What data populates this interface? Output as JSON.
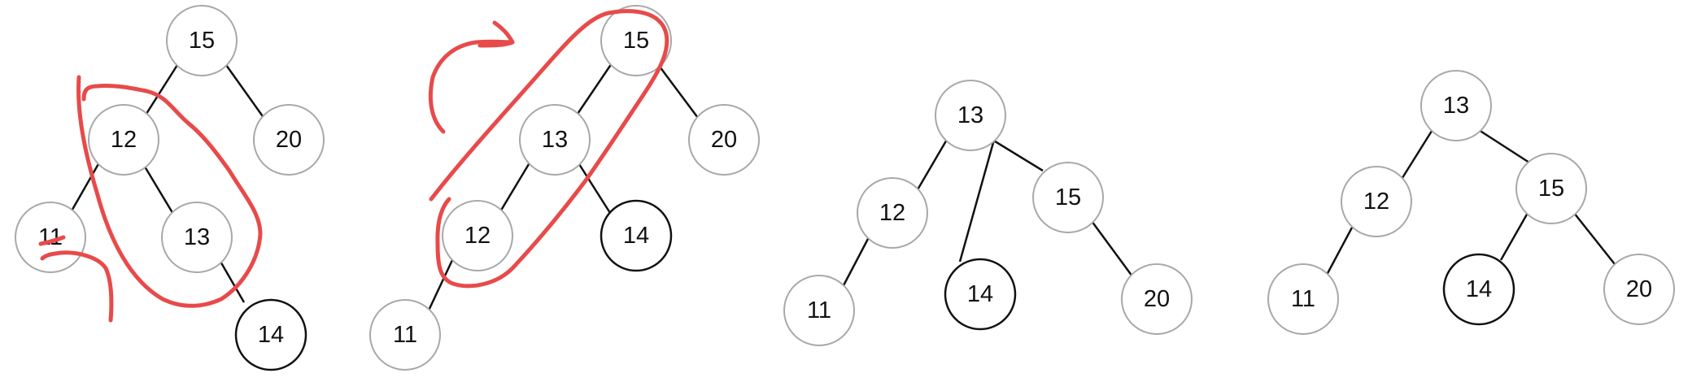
{
  "colors": {
    "edge": "#111111",
    "node_fill": "#ffffff",
    "node_stroke_gray": "#a8a8a8",
    "node_stroke_dark": "#111111",
    "annotation": "#e84a4a"
  },
  "trees": [
    {
      "id": "tree-1",
      "nodes": [
        {
          "id": "t1-15",
          "label": "15",
          "stroke": "gray"
        },
        {
          "id": "t1-12",
          "label": "12",
          "stroke": "gray"
        },
        {
          "id": "t1-20",
          "label": "20",
          "stroke": "gray"
        },
        {
          "id": "t1-11",
          "label": "11",
          "stroke": "gray"
        },
        {
          "id": "t1-13",
          "label": "13",
          "stroke": "gray"
        },
        {
          "id": "t1-14",
          "label": "14",
          "stroke": "dark"
        }
      ]
    },
    {
      "id": "tree-2",
      "nodes": [
        {
          "id": "t2-15",
          "label": "15",
          "stroke": "gray"
        },
        {
          "id": "t2-13",
          "label": "13",
          "stroke": "gray"
        },
        {
          "id": "t2-20",
          "label": "20",
          "stroke": "gray"
        },
        {
          "id": "t2-12",
          "label": "12",
          "stroke": "gray"
        },
        {
          "id": "t2-14",
          "label": "14",
          "stroke": "dark"
        },
        {
          "id": "t2-11",
          "label": "11",
          "stroke": "gray"
        }
      ]
    },
    {
      "id": "tree-3",
      "nodes": [
        {
          "id": "t3-13",
          "label": "13",
          "stroke": "gray"
        },
        {
          "id": "t3-12",
          "label": "12",
          "stroke": "gray"
        },
        {
          "id": "t3-15",
          "label": "15",
          "stroke": "gray"
        },
        {
          "id": "t3-11",
          "label": "11",
          "stroke": "gray"
        },
        {
          "id": "t3-14",
          "label": "14",
          "stroke": "dark"
        },
        {
          "id": "t3-20",
          "label": "20",
          "stroke": "gray"
        }
      ]
    },
    {
      "id": "tree-4",
      "nodes": [
        {
          "id": "t4-13",
          "label": "13",
          "stroke": "gray"
        },
        {
          "id": "t4-12",
          "label": "12",
          "stroke": "gray"
        },
        {
          "id": "t4-15",
          "label": "15",
          "stroke": "gray"
        },
        {
          "id": "t4-11",
          "label": "11",
          "stroke": "gray"
        },
        {
          "id": "t4-14",
          "label": "14",
          "stroke": "dark"
        },
        {
          "id": "t4-20",
          "label": "20",
          "stroke": "gray"
        }
      ]
    }
  ]
}
